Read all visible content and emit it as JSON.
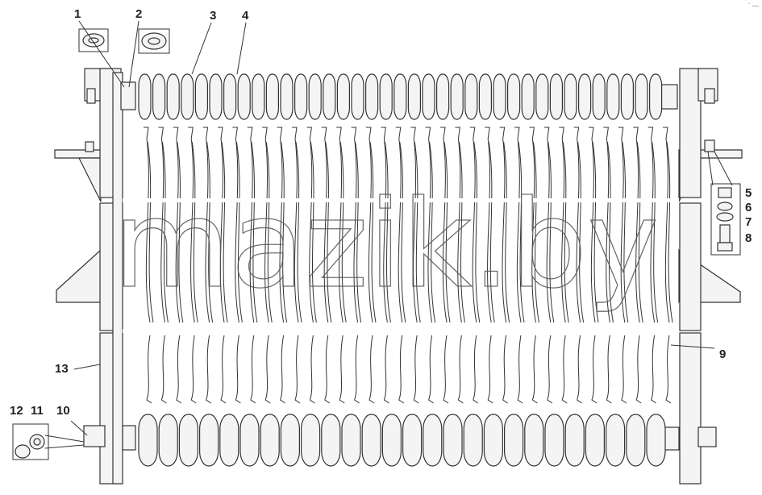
{
  "corner_mark": "´ —",
  "watermark": "mazik.by",
  "callouts": {
    "c1": "1",
    "c2": "2",
    "c3": "3",
    "c4": "4",
    "c5": "5",
    "c6": "6",
    "c7": "7",
    "c8": "8",
    "c9": "9",
    "c10": "10",
    "c11": "11",
    "c12": "12",
    "c13": "13"
  },
  "colors": {
    "line": "#333333",
    "background": "#ffffff",
    "watermark": "#555555"
  }
}
